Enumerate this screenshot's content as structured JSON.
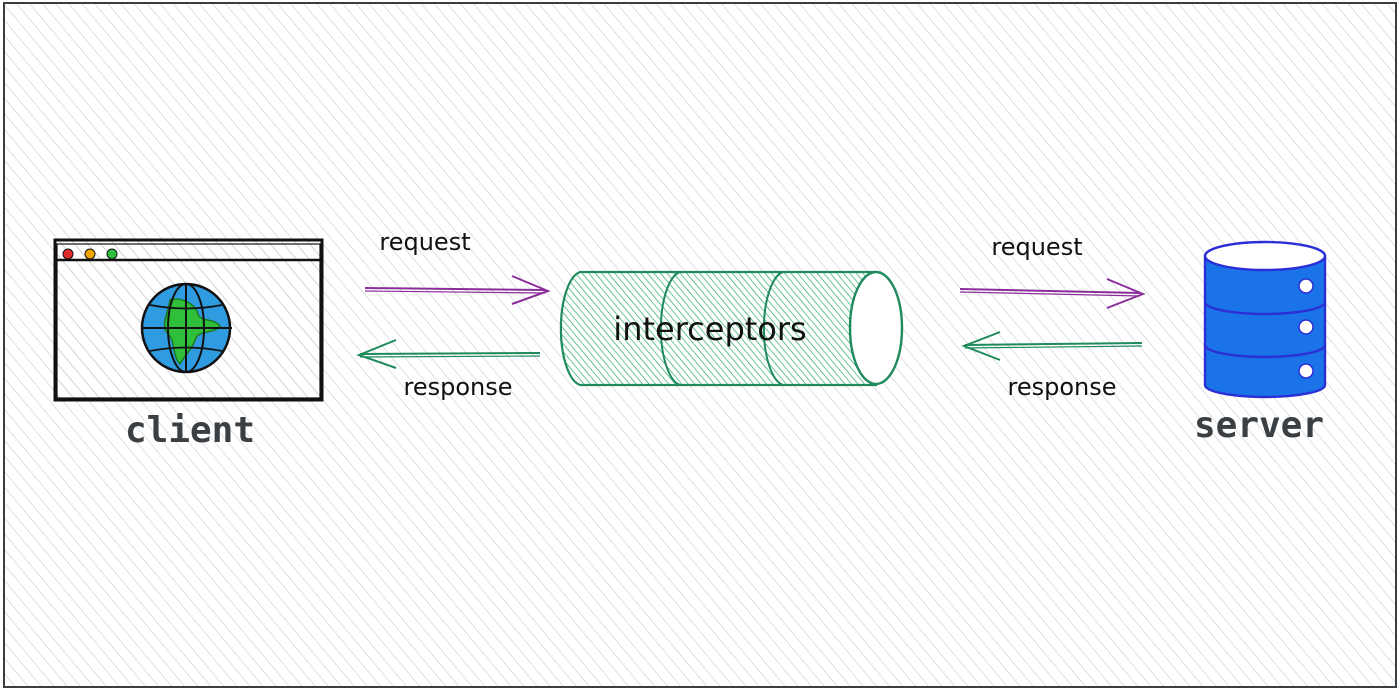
{
  "diagram": {
    "nodes": {
      "client": {
        "label": "client"
      },
      "interceptors": {
        "label": "interceptors"
      },
      "server": {
        "label": "server"
      }
    },
    "edges": {
      "client_to_interceptors": {
        "label": "request"
      },
      "interceptors_to_client": {
        "label": "response"
      },
      "interceptors_to_server": {
        "label": "request"
      },
      "server_to_interceptors": {
        "label": "response"
      }
    }
  },
  "colors": {
    "background_hatch": "#c8ccd0",
    "frame_border": "#3a3f44",
    "request_arrow": "#8b2d9a",
    "response_arrow": "#1f8a5b",
    "interceptor_fill": "#31b36b",
    "interceptor_stroke": "#1f8a5b",
    "globe_ocean": "#2f9be0",
    "globe_land": "#2fbf3a",
    "server_fill": "#1a73e8",
    "server_stroke": "#2b2fd6",
    "window_dot_red": "#e02b2b",
    "window_dot_yellow": "#f0a500",
    "window_dot_green": "#2fbf3a",
    "label_dark": "#3a3f44"
  },
  "icons": {
    "client": "browser-window-icon",
    "globe": "globe-icon",
    "server": "database-server-icon"
  }
}
